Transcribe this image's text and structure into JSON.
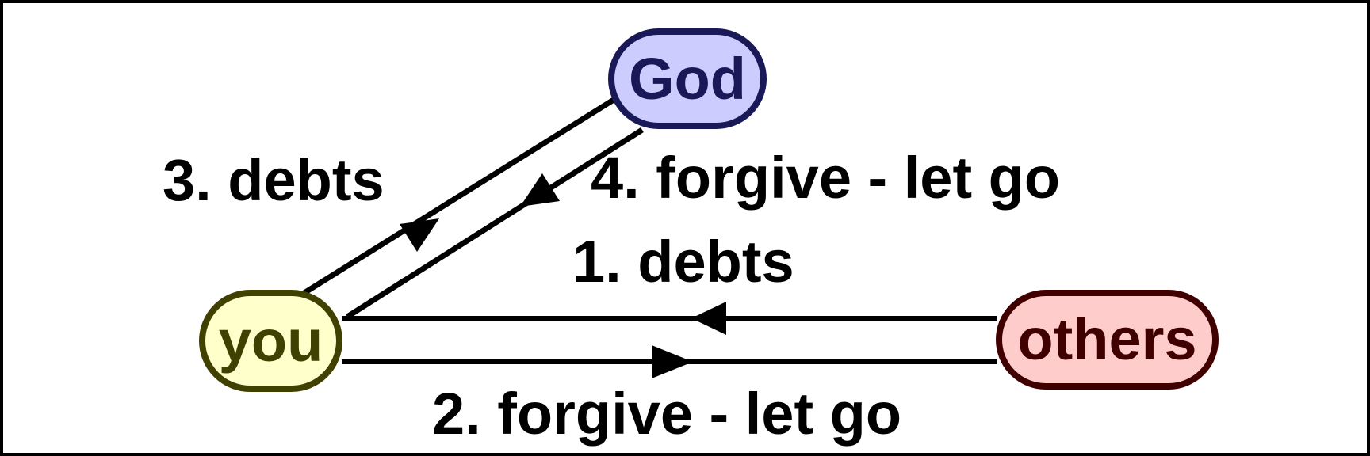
{
  "diagram": {
    "background_color": "#ffffff",
    "frame_color": "#000000",
    "edge_color": "#000000",
    "label_color": "#000000",
    "nodes": [
      {
        "id": "god",
        "label": "God",
        "fill": "#ccccff",
        "stroke": "#191958",
        "text_color": "#191958"
      },
      {
        "id": "you",
        "label": "you",
        "fill": "#ffffcc",
        "stroke": "#404000",
        "text_color": "#404000"
      },
      {
        "id": "others",
        "label": "others",
        "fill": "#ffcccc",
        "stroke": "#400000",
        "text_color": "#400000"
      }
    ],
    "edges": [
      {
        "number": 1,
        "label": "1. debts",
        "from": "others",
        "to": "you"
      },
      {
        "number": 2,
        "label": "2. forgive - let go",
        "from": "you",
        "to": "others"
      },
      {
        "number": 3,
        "label": "3. debts",
        "from": "you",
        "to": "god"
      },
      {
        "number": 4,
        "label": "4. forgive - let go",
        "from": "god",
        "to": "you"
      }
    ]
  }
}
